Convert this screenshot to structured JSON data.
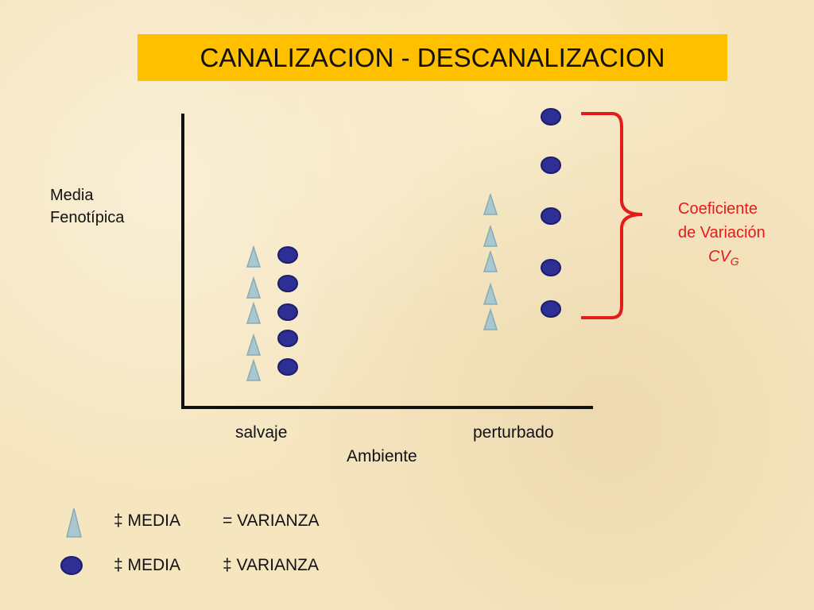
{
  "title": "CANALIZACION - DESCANALIZACION",
  "y_axis_label": [
    "Media",
    "Fenotípica"
  ],
  "x_categories": [
    "salvaje",
    "perturbado"
  ],
  "x_axis_label": "Ambiente",
  "annotation": {
    "line1": "Coeficiente",
    "line2": "de Variación",
    "symbol": "CV",
    "subscript": "G"
  },
  "legend": [
    {
      "marker": "triangle",
      "media": "‡ MEDIA",
      "varianza": "= VARIANZA"
    },
    {
      "marker": "circle",
      "media": "‡ MEDIA",
      "varianza": "‡ VARIANZA"
    }
  ],
  "colors": {
    "triangle_fill": "#a9c7cf",
    "triangle_stroke": "#8aaab4",
    "circle_fill": "#2e2f95",
    "circle_stroke": "#1c1d6c",
    "brace": "#e51b1b",
    "title_bg": "#ffc000",
    "axis": "#111111"
  }
}
